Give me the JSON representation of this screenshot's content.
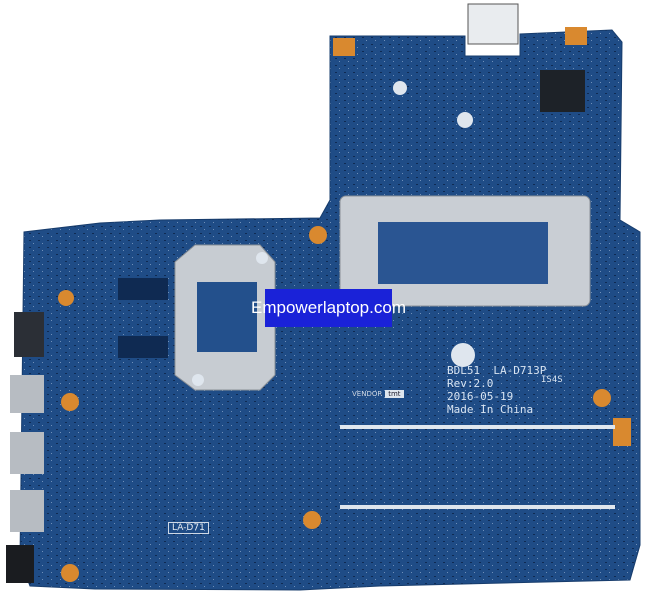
{
  "watermark": "Empowerlaptop.com",
  "silkscreen": {
    "model": "BDL51  LA-D713P",
    "rev": "Rev:2.0",
    "date": "2016-05-19",
    "origin": "Made In China",
    "code": "IS4S",
    "vendor_label": "VENDOR",
    "vendor_value": "tmt",
    "corner_label": "LA-D71"
  },
  "colors": {
    "board": "#1f4c86",
    "plate": "#c9ced4",
    "watermark_bg": "#1a22d8"
  }
}
